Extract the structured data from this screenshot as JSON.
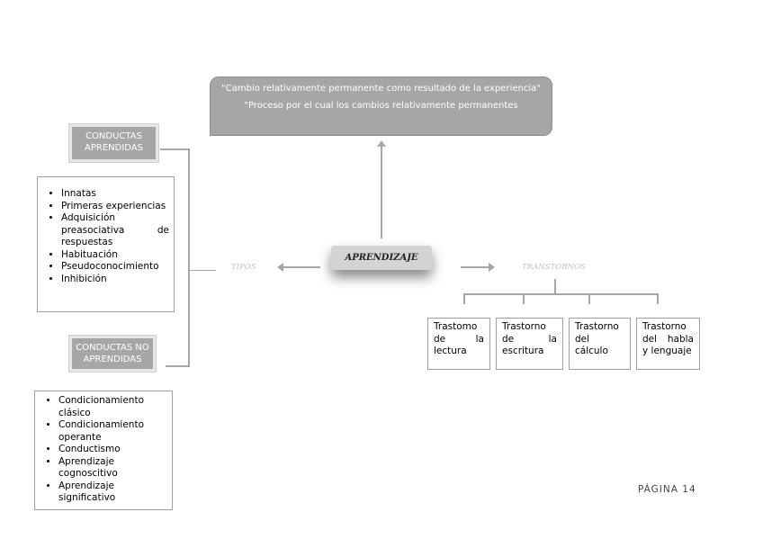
{
  "definition": {
    "lines": [
      "\"Cambio relativamente permanente como resultado de la experiencia\"",
      "\"Proceso por el cual los cambios relativamente permanentes"
    ]
  },
  "center": "APRENDIZAJE",
  "left_label": "TIPOS",
  "right_label": "TRANSTORNOS",
  "learned": {
    "title": "CONDUCTAS APRENDIDAS",
    "items": [
      "Innatas",
      "Primeras experiencias",
      "Adquisición preasociativa de respuestas",
      "Habituación",
      "Pseudoconocimiento",
      "Inhibición"
    ]
  },
  "not_learned": {
    "title": "CONDUCTAS NO APRENDIDAS",
    "items": [
      "Condicionamiento clásico",
      "Condicionamiento operante",
      "Conductismo",
      "Aprendizaje cognoscitivo",
      "Aprendizaje significativo"
    ]
  },
  "disorders": [
    "Trastomo de la lectura",
    "Trastorno de la escritura",
    "Trastorno del cálculo",
    "Trastorno del habla y lenguaje"
  ],
  "page_label": "PÁGINA 14"
}
